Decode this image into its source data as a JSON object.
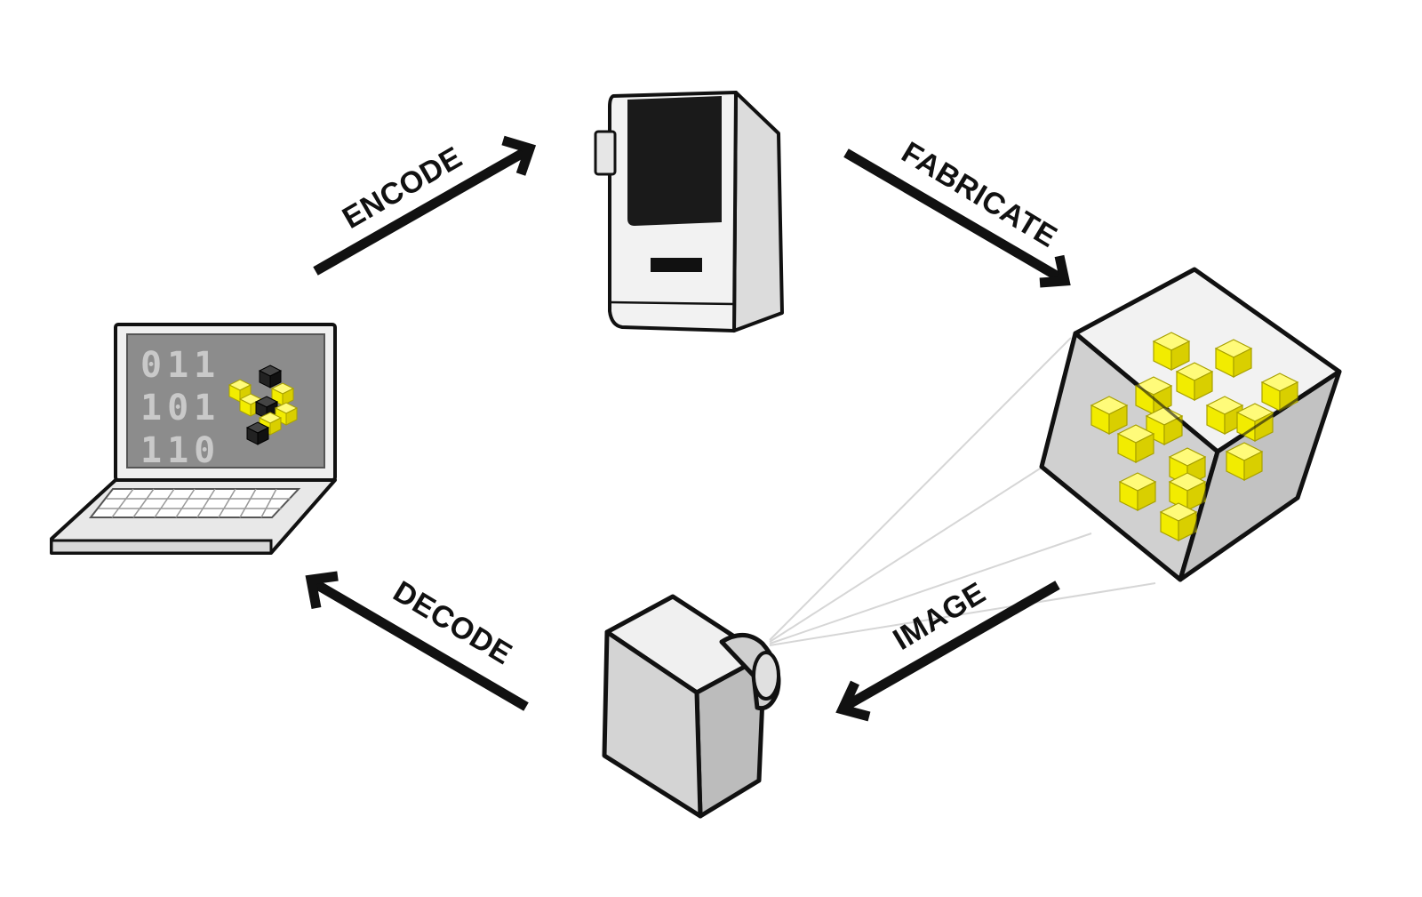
{
  "labels": {
    "encode": "ENCODE",
    "fabricate": "FABRICATE",
    "image": "IMAGE",
    "decode": "DECODE"
  },
  "screen_bits": [
    "011",
    "101",
    "110"
  ],
  "colors": {
    "outline": "#111111",
    "device_fill": "#e6e6e6",
    "screen_fill": "#8c8c8c",
    "accent_yellow": "#f2ec00",
    "beam": "#d6d6d6"
  },
  "icons": {
    "computer": "laptop-icon",
    "fabricator": "3d-printer-icon",
    "object": "encoded-cube-icon",
    "capture": "camera-icon"
  }
}
